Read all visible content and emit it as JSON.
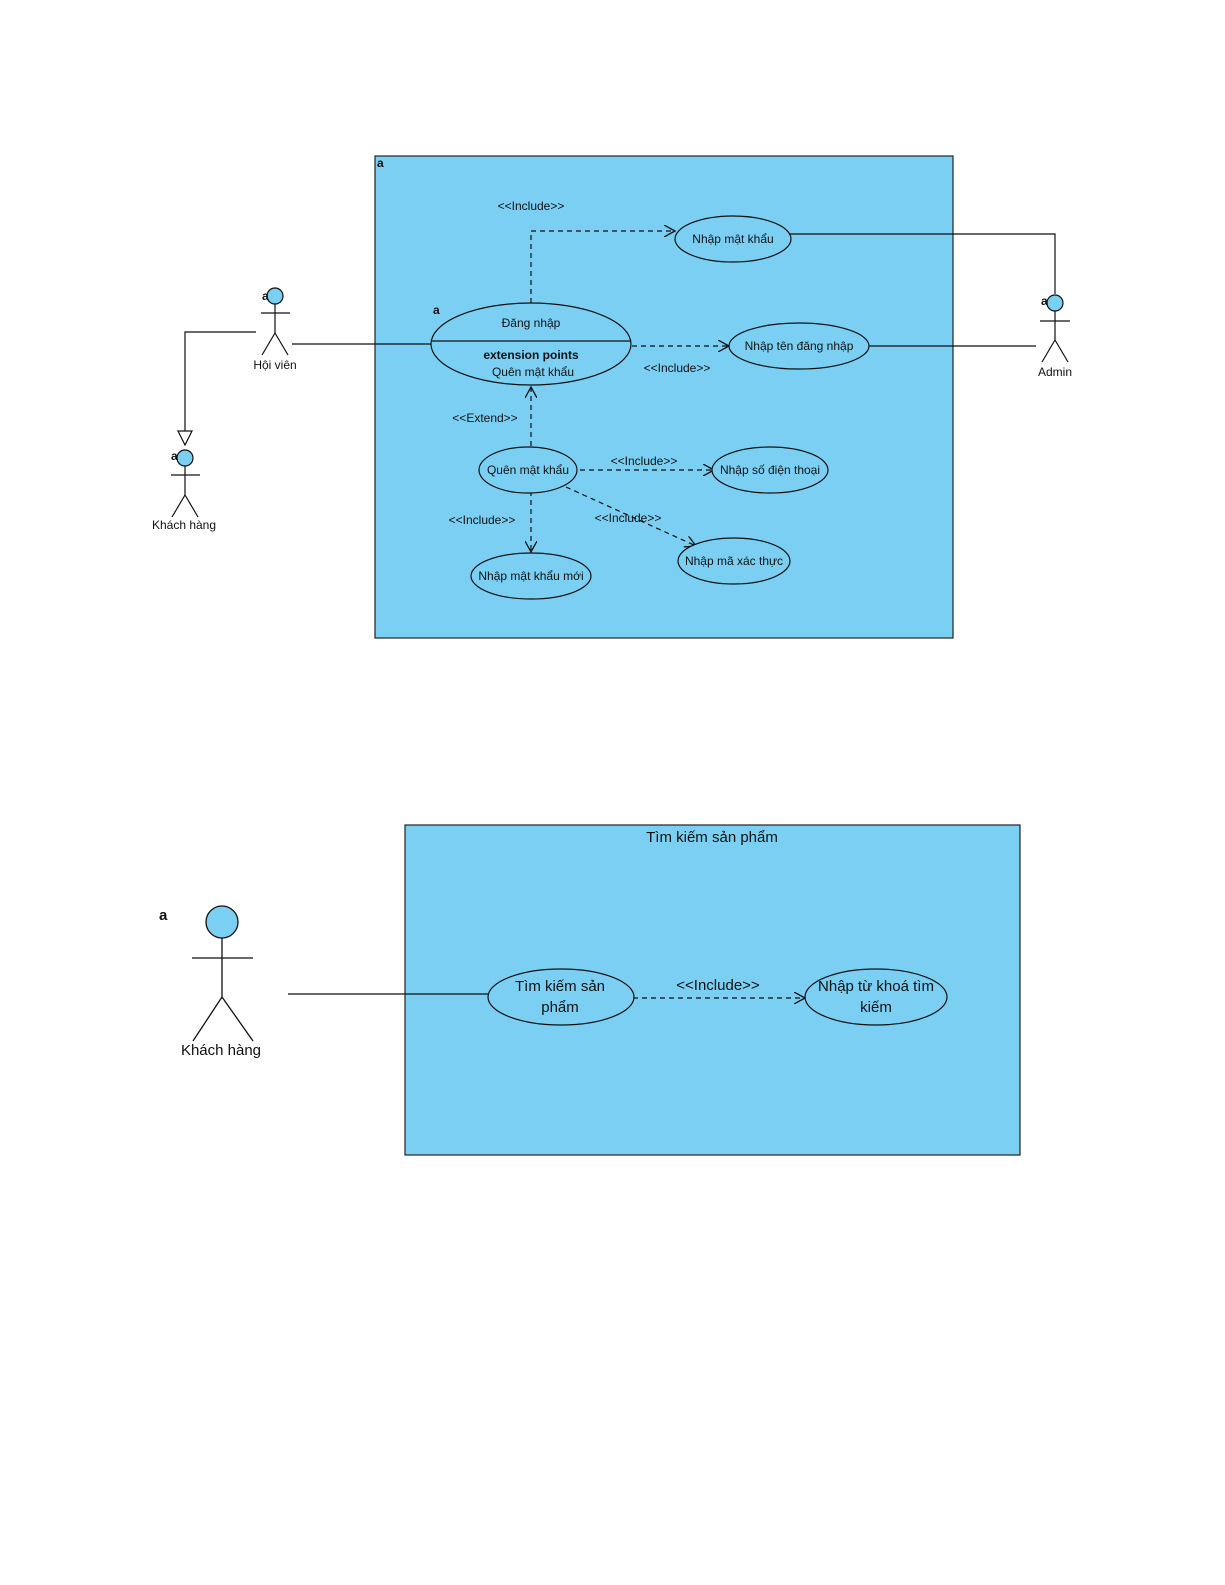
{
  "diagram1": {
    "frame_marker": "a",
    "use_cases": {
      "login": {
        "name": "Đăng nhập",
        "ext_heading": "extension points",
        "ext_point": "Quên mật khẩu",
        "marker": "a"
      },
      "enter_password": "Nhập mật khẩu",
      "enter_username": "Nhập tên đăng nhập",
      "forgot_password": "Quên mật khẩu",
      "enter_phone": "Nhập số điện thoại",
      "enter_code": "Nhập mã xác thực",
      "enter_new_password": "Nhập mật khẩu mới"
    },
    "actors": {
      "member": {
        "name": "Hội viên",
        "marker": "a"
      },
      "customer": {
        "name": "Khách hàng",
        "marker": "a"
      },
      "admin": {
        "name": "Admin",
        "marker": "a"
      }
    },
    "relations": {
      "include_password": "<<Include>>",
      "include_username": "<<Include>>",
      "extend_forgot": "<<Extend>>",
      "include_phone": "<<Include>>",
      "include_new_password": "<<Include>>",
      "include_code": "<<Include>>"
    }
  },
  "diagram2": {
    "title": "Tìm kiếm sản phẩm",
    "actor": {
      "name": "Khách hàng",
      "marker": "a"
    },
    "use_cases": {
      "search_line1": "Tìm kiếm sản",
      "search_line2": "phẩm",
      "keyword_line1": "Nhập từ khoá tìm",
      "keyword_line2": "kiếm"
    },
    "include_label": "<<Include>>"
  },
  "colors": {
    "fill": "#7acff3",
    "stroke": "#1a1a1a"
  }
}
